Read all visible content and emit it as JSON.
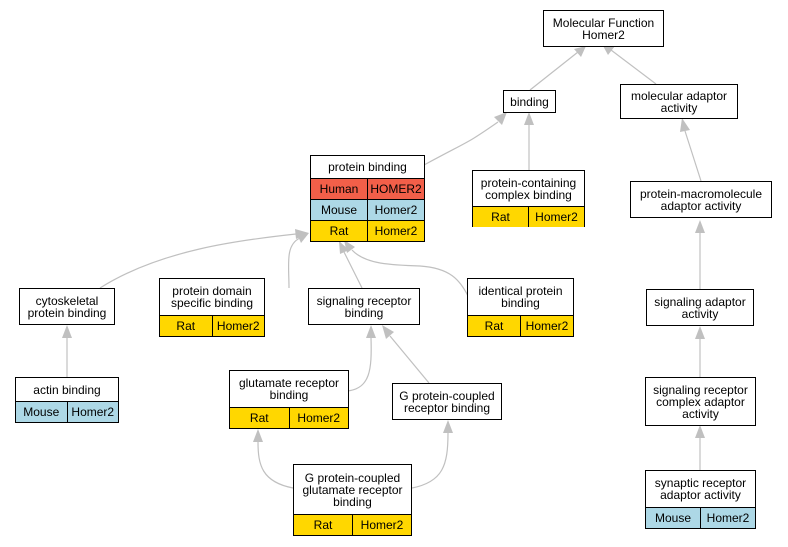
{
  "nodes": {
    "mf": "Molecular Function\nHomer2",
    "binding": "binding",
    "mol_adaptor": "molecular adaptor\nactivity",
    "protein_binding": "protein binding",
    "protein_containing": "protein-containing\ncomplex binding",
    "pm_adaptor": "protein-macromolecule\nadaptor activity",
    "cytoskeletal": "cytoskeletal\nprotein binding",
    "domain_specific": "protein domain\nspecific binding",
    "signaling_receptor": "signaling receptor\nbinding",
    "identical": "identical protein\nbinding",
    "signaling_adaptor": "signaling adaptor\nactivity",
    "actin": "actin binding",
    "glutamate": "glutamate receptor\nbinding",
    "gpcr": "G protein-coupled\nreceptor binding",
    "complex_adaptor": "signaling receptor\ncomplex adaptor\nactivity",
    "gpcr_glutamate": "G protein-coupled\nglutamate receptor\nbinding",
    "synaptic": "synaptic receptor\nadaptor activity"
  },
  "annotations": {
    "protein_binding": [
      {
        "species": "Human",
        "gene": "HOMER2"
      },
      {
        "species": "Mouse",
        "gene": "Homer2"
      },
      {
        "species": "Rat",
        "gene": "Homer2"
      }
    ],
    "protein_containing": [
      {
        "species": "Rat",
        "gene": "Homer2"
      }
    ],
    "domain_specific": [
      {
        "species": "Rat",
        "gene": "Homer2"
      }
    ],
    "identical": [
      {
        "species": "Rat",
        "gene": "Homer2"
      }
    ],
    "actin": [
      {
        "species": "Mouse",
        "gene": "Homer2"
      }
    ],
    "glutamate": [
      {
        "species": "Rat",
        "gene": "Homer2"
      }
    ],
    "gpcr_glutamate": [
      {
        "species": "Rat",
        "gene": "Homer2"
      }
    ],
    "synaptic": [
      {
        "species": "Mouse",
        "gene": "Homer2"
      }
    ]
  },
  "edges": [
    {
      "from": "binding",
      "to": "mf"
    },
    {
      "from": "mol_adaptor",
      "to": "mf"
    },
    {
      "from": "protein_binding",
      "to": "binding"
    },
    {
      "from": "protein_containing",
      "to": "binding"
    },
    {
      "from": "pm_adaptor",
      "to": "mol_adaptor"
    },
    {
      "from": "cytoskeletal",
      "to": "protein_binding"
    },
    {
      "from": "domain_specific",
      "to": "protein_binding"
    },
    {
      "from": "signaling_receptor",
      "to": "protein_binding"
    },
    {
      "from": "identical",
      "to": "protein_binding"
    },
    {
      "from": "signaling_adaptor",
      "to": "pm_adaptor"
    },
    {
      "from": "actin",
      "to": "cytoskeletal"
    },
    {
      "from": "glutamate",
      "to": "signaling_receptor"
    },
    {
      "from": "gpcr",
      "to": "signaling_receptor"
    },
    {
      "from": "complex_adaptor",
      "to": "signaling_adaptor"
    },
    {
      "from": "gpcr_glutamate",
      "to": "glutamate"
    },
    {
      "from": "gpcr_glutamate",
      "to": "gpcr"
    },
    {
      "from": "synaptic",
      "to": "complex_adaptor"
    }
  ],
  "colors": {
    "Human": "#f25f49",
    "Mouse": "#add8e6",
    "Rat": "#ffd700",
    "edge": "#c0c0c0",
    "border": "#000000"
  }
}
